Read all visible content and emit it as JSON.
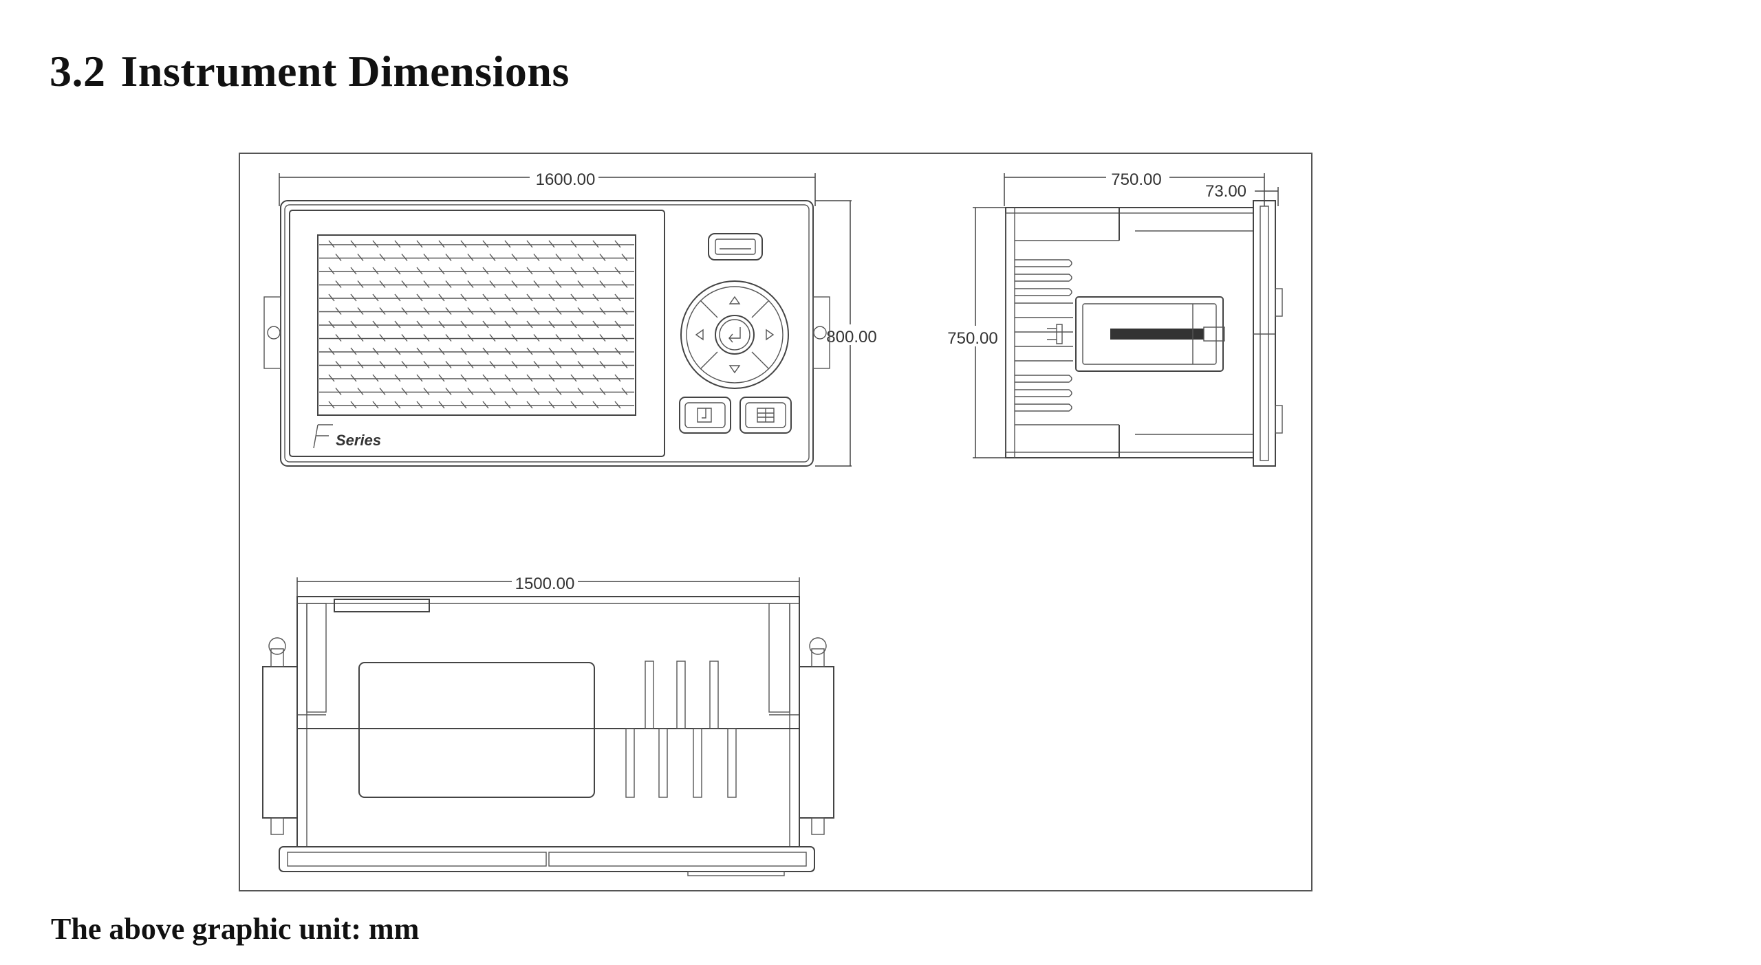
{
  "heading": {
    "number": "3.2",
    "title": "Instrument Dimensions"
  },
  "drawing": {
    "front_view": {
      "width_dim": "1600.00",
      "height_dim": "800.00",
      "brand_label": "Series",
      "icons": [
        "up-arrow-icon",
        "down-arrow-icon",
        "left-arrow-icon",
        "right-arrow-icon",
        "enter-icon",
        "usb-port-icon",
        "function-key-icon",
        "menu-key-icon"
      ]
    },
    "side_view": {
      "depth_dim": "750.00",
      "bezel_dim": "73.00",
      "height_dim": "750.00"
    },
    "top_view": {
      "width_dim": "1500.00"
    }
  },
  "footer": {
    "note": "The above graphic unit: mm"
  }
}
